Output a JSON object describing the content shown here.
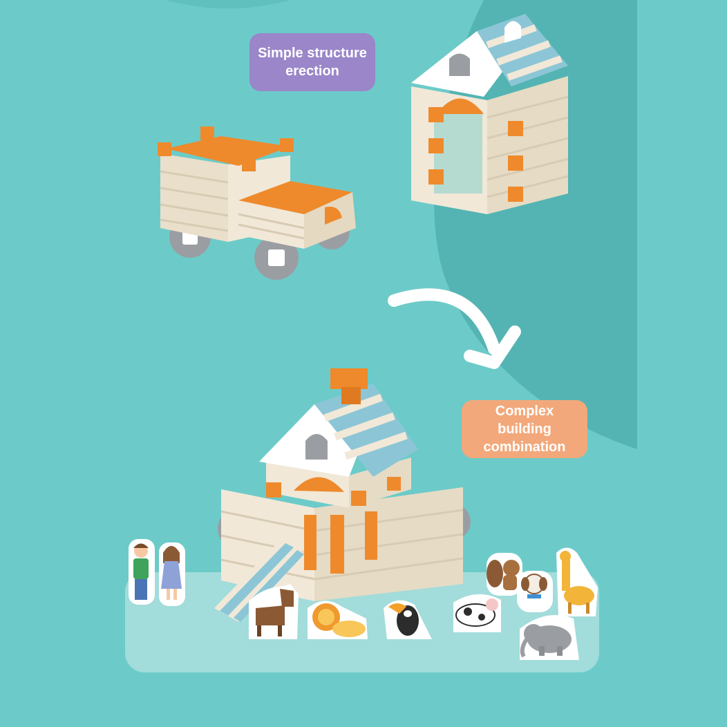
{
  "labels": {
    "simple": [
      "Simple structure",
      "erection"
    ],
    "complex": [
      "Complex",
      "building",
      "combination"
    ]
  },
  "colors": {
    "background": "#6ccbc9",
    "background_shade": "#53b4b3",
    "display_platform": "#a2dcdb",
    "simple_label_bg": "#9a86c9",
    "complex_label_bg": "#f2a87a",
    "block_cream": "#f1e8d8",
    "block_orange": "#ee8a2c",
    "block_blue": "#8cc6d6",
    "wheel_gray": "#9a9ea3"
  }
}
